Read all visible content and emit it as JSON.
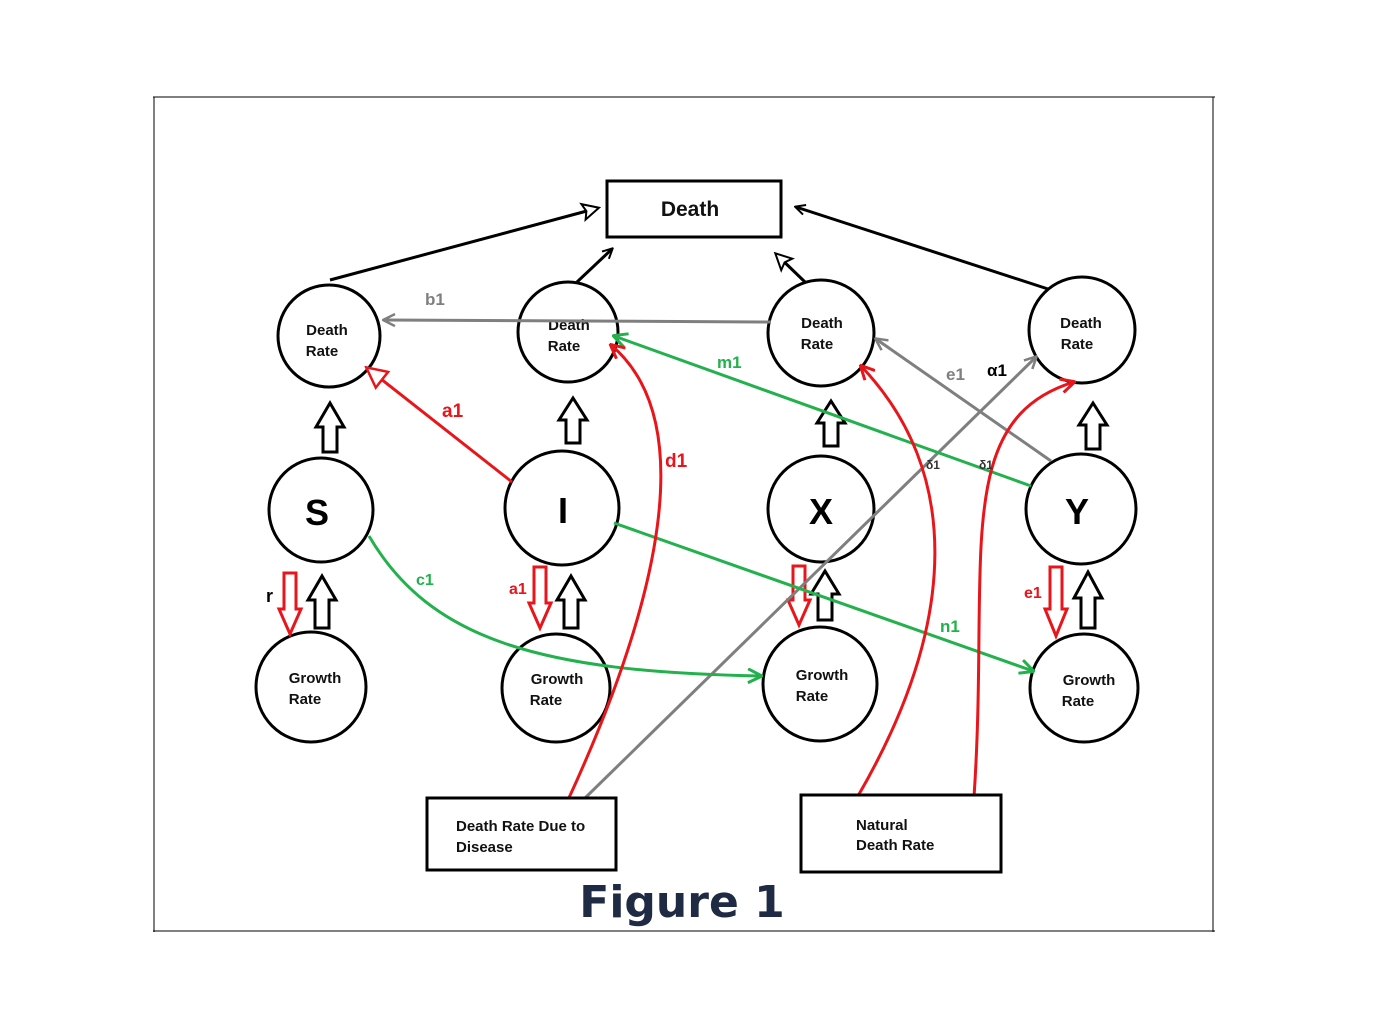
{
  "diagram": {
    "title_box": "Death",
    "nodes": {
      "S": "S",
      "I": "I",
      "X": "X",
      "Y": "Y"
    },
    "death_rate": {
      "line1": "Death",
      "line2": "Rate"
    },
    "growth_rate": {
      "line1": "Growth",
      "line2": "Rate"
    },
    "sources": {
      "disease_line1": "Death Rate Due to",
      "disease_line2": "Disease",
      "natural_line1": "Natural",
      "natural_line2": "Death Rate"
    },
    "labels": {
      "b1": "b1",
      "a1_upper": "a1",
      "d1": "d1",
      "m1": "m1",
      "e1_upper": "e1",
      "alpha1": "α1",
      "delta1_a": "δ1",
      "delta1_b": "δ1",
      "r": "r",
      "a1_lower": "a1",
      "c1": "c1",
      "n1": "n1",
      "e1_lower": "e1"
    },
    "figure_caption": "Figure 1",
    "colors": {
      "black": "#000000",
      "red": "#e8151b",
      "green": "#22b14c",
      "gray": "#7f7f7f",
      "caption": "#1f2a44"
    }
  }
}
